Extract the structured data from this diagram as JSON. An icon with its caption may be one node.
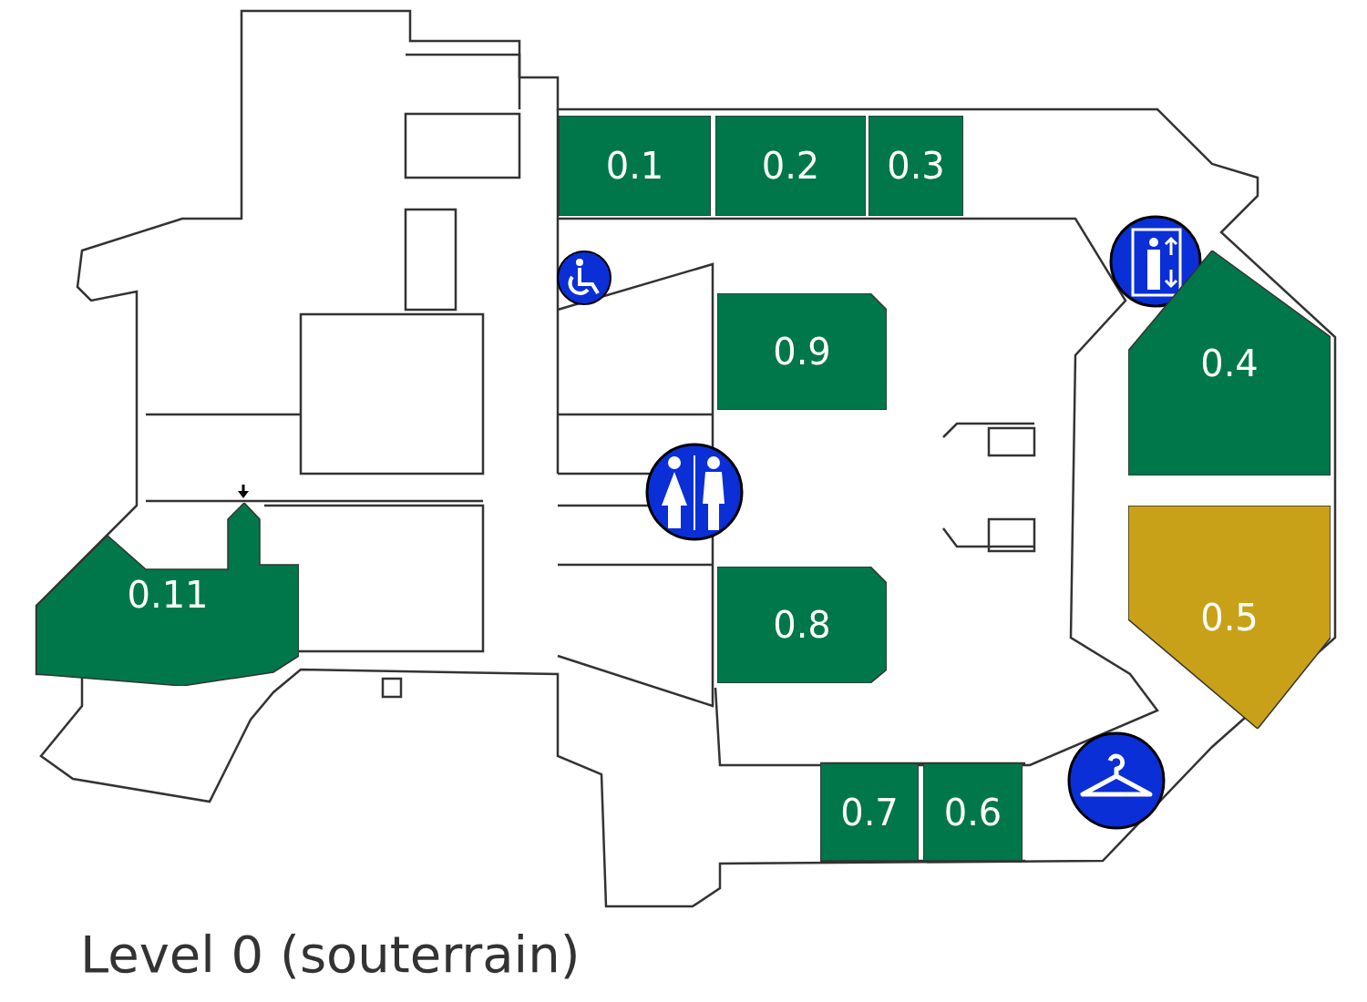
{
  "diagram": {
    "title": "Level 0 (souterrain)",
    "nodes": [
      {
        "text": [
          "0.1"
        ]
      },
      {
        "text": [
          "0.2"
        ]
      },
      {
        "text": [
          "0.3"
        ]
      },
      {
        "text": [
          "0.9"
        ]
      },
      {
        "text": [
          "0.4"
        ]
      },
      {
        "text": [
          "0.5"
        ]
      },
      {
        "text": [
          "0.11"
        ]
      },
      {
        "text": [
          "0.8"
        ]
      },
      {
        "text": [
          "0.7"
        ]
      },
      {
        "text": [
          "0.6"
        ]
      }
    ]
  }
}
